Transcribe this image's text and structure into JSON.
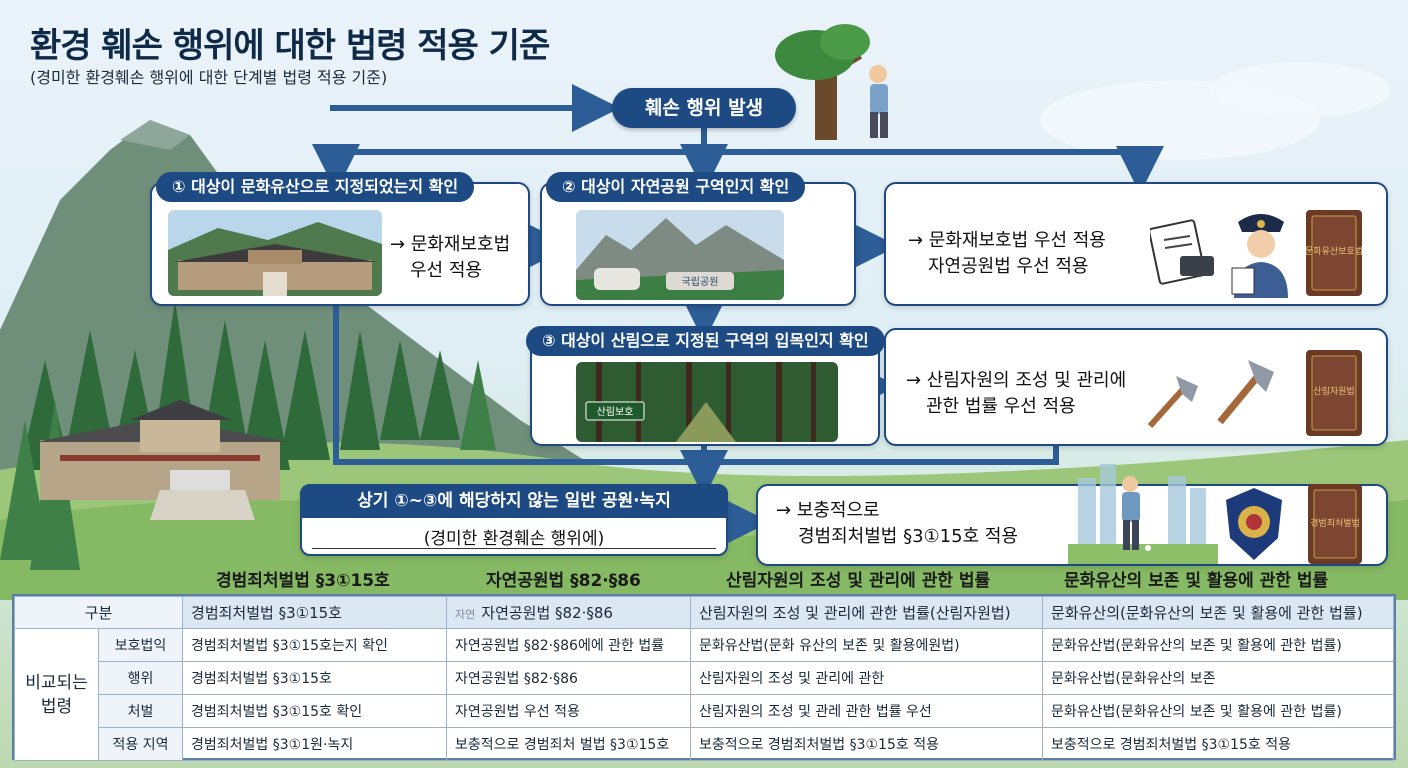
{
  "header": {
    "title": "환경 훼손 행위에 대한 법령 적용 기준",
    "subtitle": "(경미한 환경훼손 행위에 대한 단계별 법령 적용 기준)"
  },
  "flow": {
    "start": "훼손 행위 발생",
    "step1": {
      "head": "① 대상이 문화유산으로 지정되었는지 확인",
      "result": [
        "→ 문화재보호법",
        "우선 적용"
      ]
    },
    "step2": {
      "head": "② 대상이 자연공원 구역인지 확인"
    },
    "result12": [
      "→ 문화재보호법 우선 적용",
      "자연공원법 우선 적용"
    ],
    "step3": {
      "head": "③ 대상이 산림으로 지정된 구역의 입목인지 확인"
    },
    "result3": [
      "→ 산림자원의 조성 및 관리에",
      "관한 법률 우선 적용"
    ],
    "step4": {
      "head": "상기 ①~③에 해당하지 않는 일반 공원·녹지",
      "sub": "(경미한 환경훼손 행위에)"
    },
    "result4": [
      "→ 보충적으로",
      "경범죄처벌법 §3①15호 적용"
    ],
    "sign_text": "국립공원",
    "forest_sign": "산림보호",
    "book1": "문화유산보호법",
    "book2": "산림자원법",
    "book3": "경범죄처벌법"
  },
  "table": {
    "column_titles": [
      "경범죄처벌법 §3①15호",
      "자연공원법 §82·§86",
      "산림자원의 조성 및 관리에 관한 법률",
      "문화유산의 보존 및 활용에 관한 법률"
    ],
    "header": [
      "구분",
      "경범죄처벌법 §3①15호",
      "자연공원법 §82·§86",
      "산림자원의 조성 및 관리에 관한 법률(산림자원법)",
      "문화유산의(문화유산의 보존 및 활용에 관한 법률)"
    ],
    "header_tag": "자연",
    "group_label": [
      "비교되는",
      "법령"
    ],
    "rows": [
      {
        "label": "보호법익",
        "cells": [
          "경범죄처벌법 §3①15호는지 확인",
          "자연공원법 §82·§86에에 관한 법률",
          "문화유산법(문화 유산의 보존 및 활용에원법)",
          "문화유산법(문화유산의 보존 및 활용에 관한 법률)"
        ]
      },
      {
        "label": "행위",
        "cells": [
          "경범죄처벌법 §3①15호",
          "자연공원법 §82·§86",
          "산림자원의 조성 및 관리에 관한",
          "문화유산법(문화유산의 보존"
        ]
      },
      {
        "label": "처벌",
        "cells": [
          "경범죄처벌법 §3①15호 확인",
          "자연공원법 우선 적용",
          "산림자원의 조성 및 관레 관한 법률 우선",
          "문화유산법(문화유산의 보존 및 활용에 관한 법률)"
        ]
      },
      {
        "label": "적용 지역",
        "cells": [
          "경범죄처벌법 §3①1원·녹지",
          "보충적으로 경범죄처 벌법 §3①15호",
          "보충적으로 경범죄처벌법 §3①15호 적용",
          "보충적으로 경범죄처벌법 §3①15호 적용"
        ]
      }
    ]
  },
  "colors": {
    "navy": "#1d4a82",
    "arrow": "#2d5d96",
    "table_border": "#5b7fa6"
  }
}
